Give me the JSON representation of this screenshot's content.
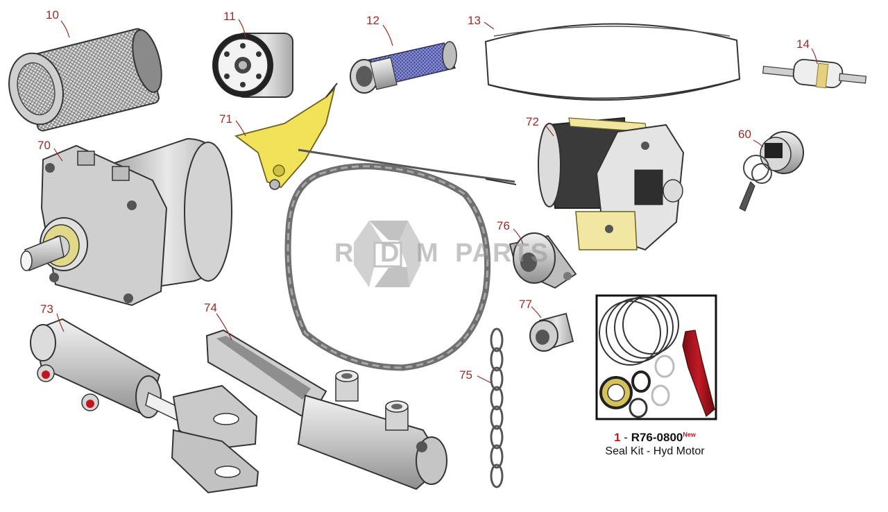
{
  "callouts": {
    "c10": "10",
    "c11": "11",
    "c12": "12",
    "c13": "13",
    "c14": "14",
    "c60": "60",
    "c70": "70",
    "c71": "71",
    "c72": "72",
    "c73": "73",
    "c74": "74",
    "c75": "75",
    "c76": "76",
    "c77": "77"
  },
  "watermark": {
    "left_letter": "R",
    "center_letter": "D",
    "right_letter": "M",
    "word": "PARTS"
  },
  "seal_kit": {
    "quantity": "1",
    "separator": " - ",
    "part_number": "R76-0800",
    "badge": "New",
    "description": "Seal Kit - Hyd Motor"
  },
  "colors": {
    "callout": "#9a2a22",
    "accent_red": "#c0161f",
    "bracket_yellow": "#f2e25a",
    "part_grey": "#c9c9c9"
  }
}
